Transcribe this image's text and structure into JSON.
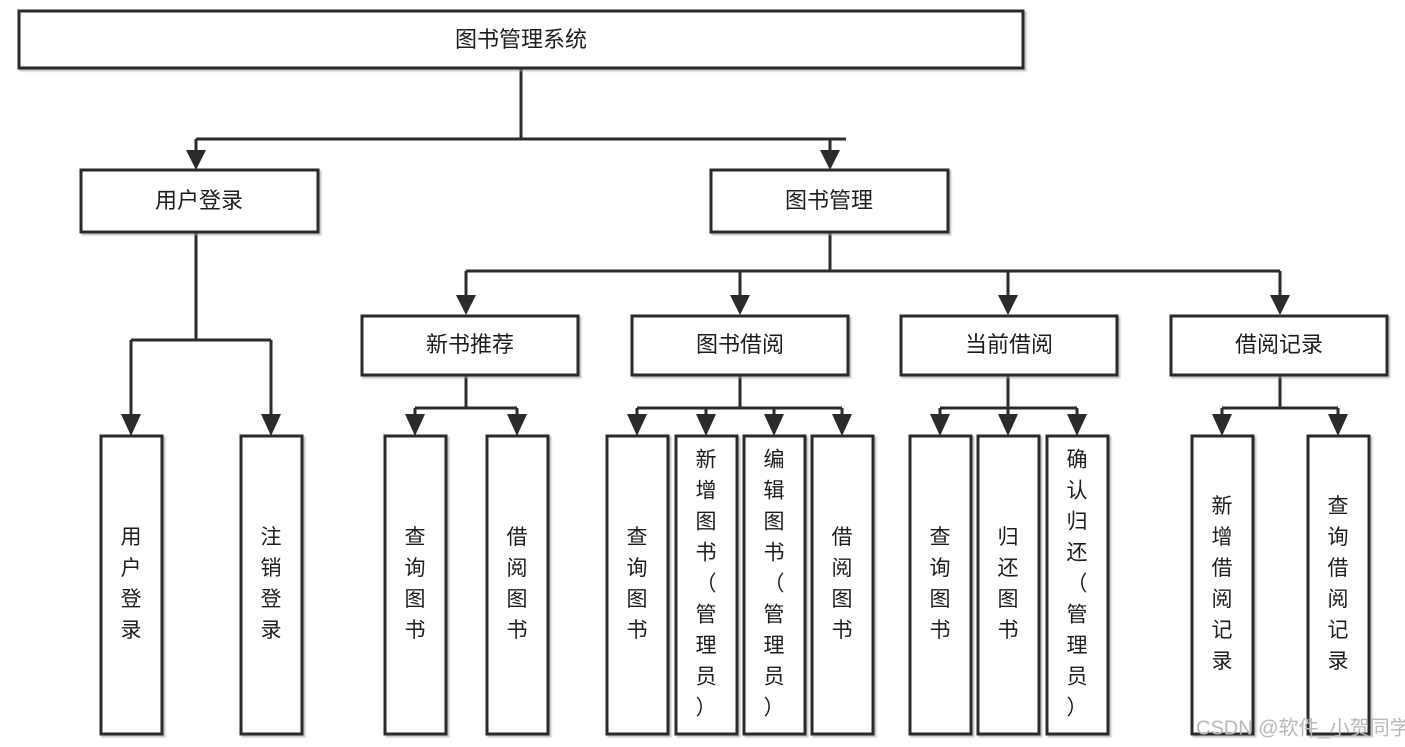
{
  "diagram": {
    "type": "tree-hierarchy-chart",
    "title": "图书管理系统",
    "watermark": "CSDN @软件_小贺同学",
    "theme": {
      "background": "#ffffff",
      "box_fill": "#ffffff",
      "box_stroke": "#2b2b2b",
      "text_color": "#1d1d1d",
      "watermark_color": "#b9b9b9"
    },
    "levels": {
      "level1_label": "图书管理系统",
      "level2": [
        {
          "id": "user-login",
          "label": "用户登录"
        },
        {
          "id": "book-manage",
          "label": "图书管理"
        }
      ],
      "level3": [
        {
          "id": "new-book-recommend",
          "label": "新书推荐",
          "parent": "book-manage"
        },
        {
          "id": "book-borrow",
          "label": "图书借阅",
          "parent": "book-manage"
        },
        {
          "id": "current-borrow",
          "label": "当前借阅",
          "parent": "book-manage"
        },
        {
          "id": "borrow-record",
          "label": "借阅记录",
          "parent": "book-manage"
        }
      ],
      "leaves": {
        "user-login": [
          {
            "id": "leaf-user-login",
            "label": "用户登录"
          },
          {
            "id": "leaf-user-logout",
            "label": "注销登录"
          }
        ],
        "new-book-recommend": [
          {
            "id": "leaf-query-book-1",
            "label": "查询图书"
          },
          {
            "id": "leaf-borrow-book-1",
            "label": "借阅图书"
          }
        ],
        "book-borrow": [
          {
            "id": "leaf-query-book-2",
            "label": "查询图书"
          },
          {
            "id": "leaf-add-book",
            "label": "新增图书（管理员）"
          },
          {
            "id": "leaf-edit-book",
            "label": "编辑图书（管理员）"
          },
          {
            "id": "leaf-borrow-book-2",
            "label": "借阅图书"
          }
        ],
        "current-borrow": [
          {
            "id": "leaf-query-book-3",
            "label": "查询图书"
          },
          {
            "id": "leaf-return-book",
            "label": "归还图书"
          },
          {
            "id": "leaf-confirm-return",
            "label": "确认归还（管理员）"
          }
        ],
        "borrow-record": [
          {
            "id": "leaf-add-record",
            "label": "新增借阅记录"
          },
          {
            "id": "leaf-query-record",
            "label": "查询借阅记录"
          }
        ]
      }
    }
  }
}
